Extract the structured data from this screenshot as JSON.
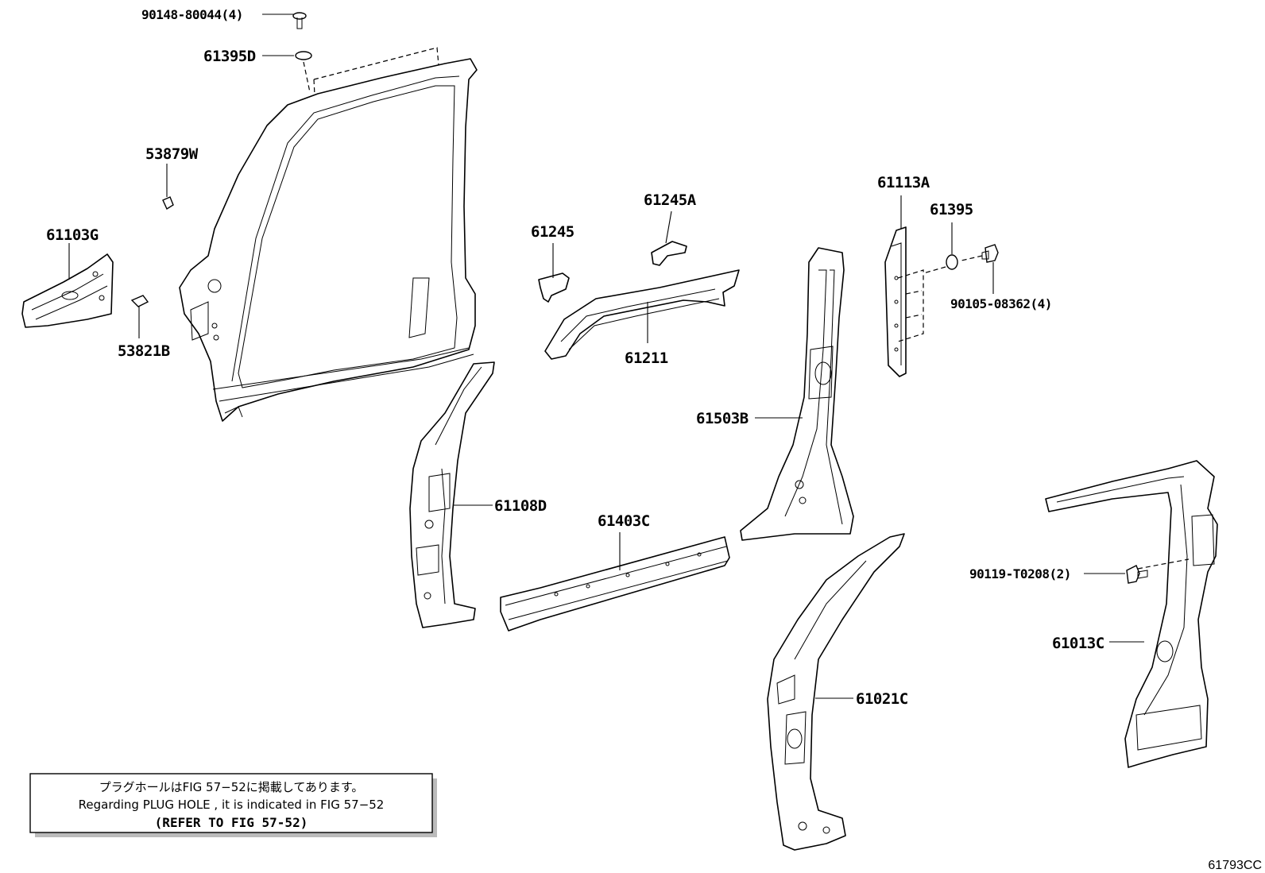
{
  "figure_id": "61793CC",
  "callouts": {
    "p90148": "90148-80044(4)",
    "p61395D": "61395D",
    "p53879W": "53879W",
    "p61103G": "61103G",
    "p53821B": "53821B",
    "p61245": "61245",
    "p61245A": "61245A",
    "p61211": "61211",
    "p61113A": "61113A",
    "p61395": "61395",
    "p90105": "90105-08362(4)",
    "p61503B": "61503B",
    "p61108D": "61108D",
    "p61403C": "61403C",
    "p90119": "90119-T0208(2)",
    "p61013C": "61013C",
    "p61021C": "61021C"
  },
  "note": {
    "line1": "プラグホールはFIG 57−52に掲載してあります。",
    "line2": "Regarding PLUG HOLE , it is indicated in FIG 57−52",
    "line3": "(REFER TO FIG 57-52)"
  }
}
